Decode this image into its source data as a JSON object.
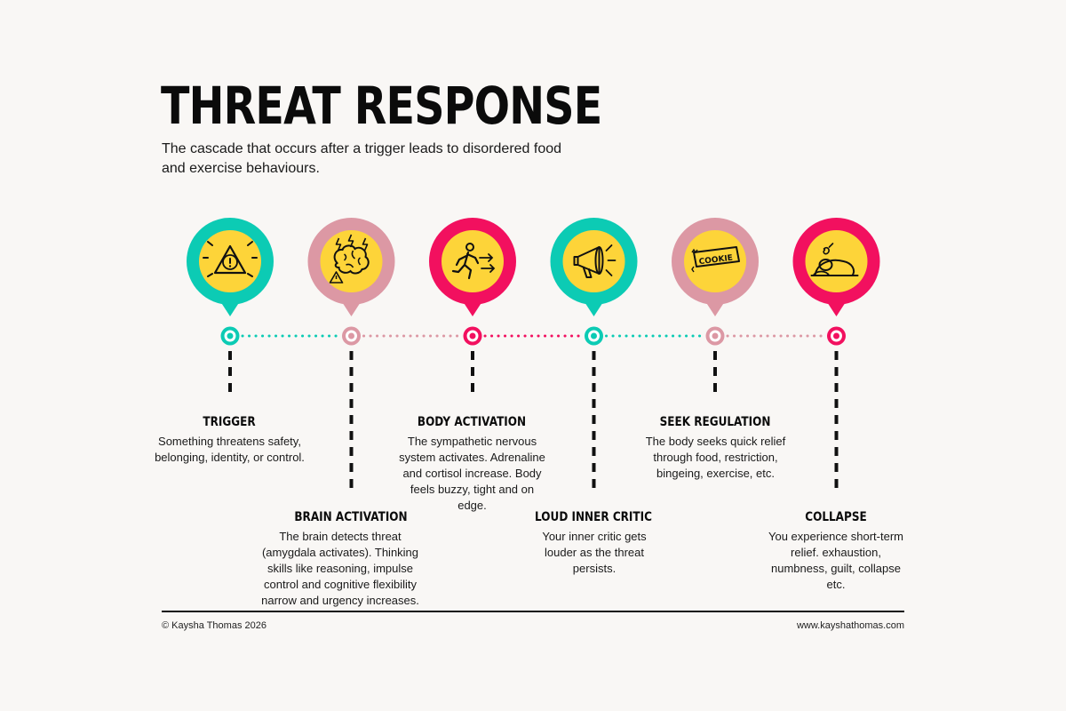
{
  "header": {
    "title": "THREAT RESPONSE",
    "subtitle": "The cascade that occurs after a trigger leads to disordered food and exercise behaviours."
  },
  "colors": {
    "teal": "#0ccbb4",
    "rose": "#dc98a4",
    "pink": "#f2105f",
    "yellow": "#fdd439",
    "background": "#f9f7f5"
  },
  "steps": [
    {
      "heading": "TRIGGER",
      "description": "Something threatens safety, belonging, identity, or control.",
      "icon": "warning-icon",
      "color": "teal"
    },
    {
      "heading": "BRAIN ACTIVATION",
      "description": "The brain detects threat (amygdala activates). Thinking skills like reasoning, impulse control and cognitive flexibility narrow and urgency increases.",
      "icon": "brain-icon",
      "color": "rose"
    },
    {
      "heading": "BODY ACTIVATION",
      "description": "The sympathetic nervous system activates. Adrenaline and cortisol increase. Body feels buzzy, tight and on edge.",
      "icon": "running-person-icon",
      "color": "pink"
    },
    {
      "heading": "LOUD INNER CRITIC",
      "description": "Your inner critic gets louder as the threat persists.",
      "icon": "megaphone-icon",
      "color": "teal"
    },
    {
      "heading": "SEEK REGULATION",
      "description": "The body seeks quick relief through food, restriction, bingeing, exercise, etc.",
      "icon": "cookie-icon",
      "color": "rose"
    },
    {
      "heading": "COLLAPSE",
      "description": "You experience short-term relief. exhaustion, numbness, guilt, collapse etc.",
      "icon": "collapsed-person-icon",
      "color": "pink"
    }
  ],
  "icon_labels": {
    "cookie": "COOKIE"
  },
  "footer": {
    "copyright": "© Kaysha Thomas 2026",
    "website": "www.kayshathomas.com"
  }
}
